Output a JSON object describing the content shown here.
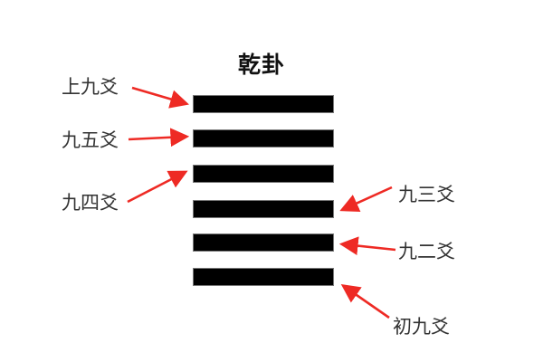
{
  "title": "乾卦",
  "arrow_color": "#ee2a24",
  "bar_color": "#000000",
  "lines": [
    {
      "label": "上九爻",
      "position": "top",
      "type": "yang"
    },
    {
      "label": "九五爻",
      "position": "fifth",
      "type": "yang"
    },
    {
      "label": "九四爻",
      "position": "fourth",
      "type": "yang"
    },
    {
      "label": "九三爻",
      "position": "third",
      "type": "yang"
    },
    {
      "label": "九二爻",
      "position": "second",
      "type": "yang"
    },
    {
      "label": "初九爻",
      "position": "bottom",
      "type": "yang"
    }
  ]
}
